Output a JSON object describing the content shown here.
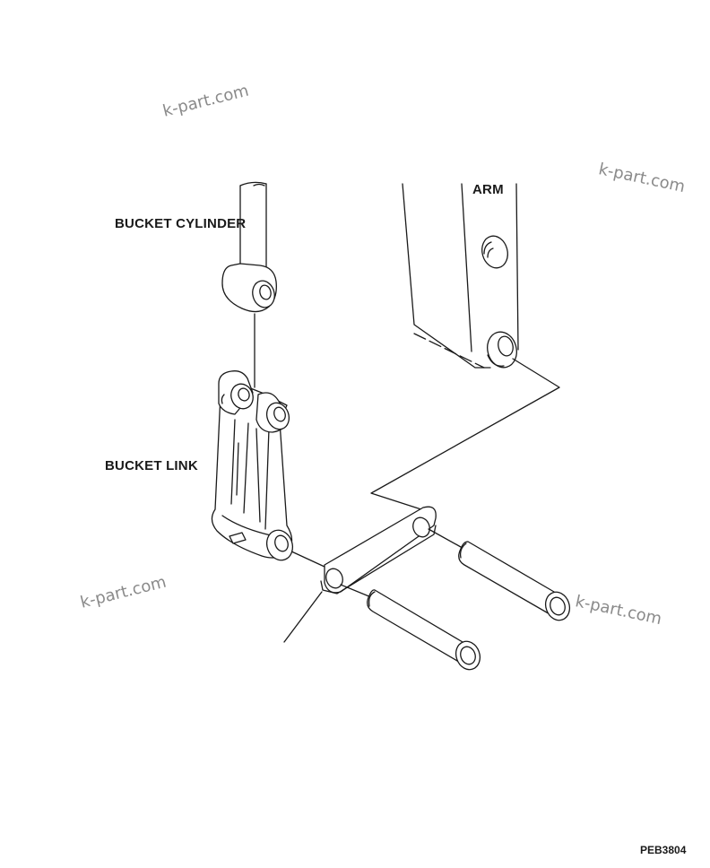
{
  "labels": {
    "arm": "ARM",
    "bucket_cylinder": "BUCKET CYLINDER",
    "bucket_link": "BUCKET LINK"
  },
  "figure_code": "PEB3804",
  "watermark": "k-part.com",
  "colors": {
    "line": "#1a1a1a",
    "watermark": "#8a8a8a",
    "background": "#ffffff"
  }
}
